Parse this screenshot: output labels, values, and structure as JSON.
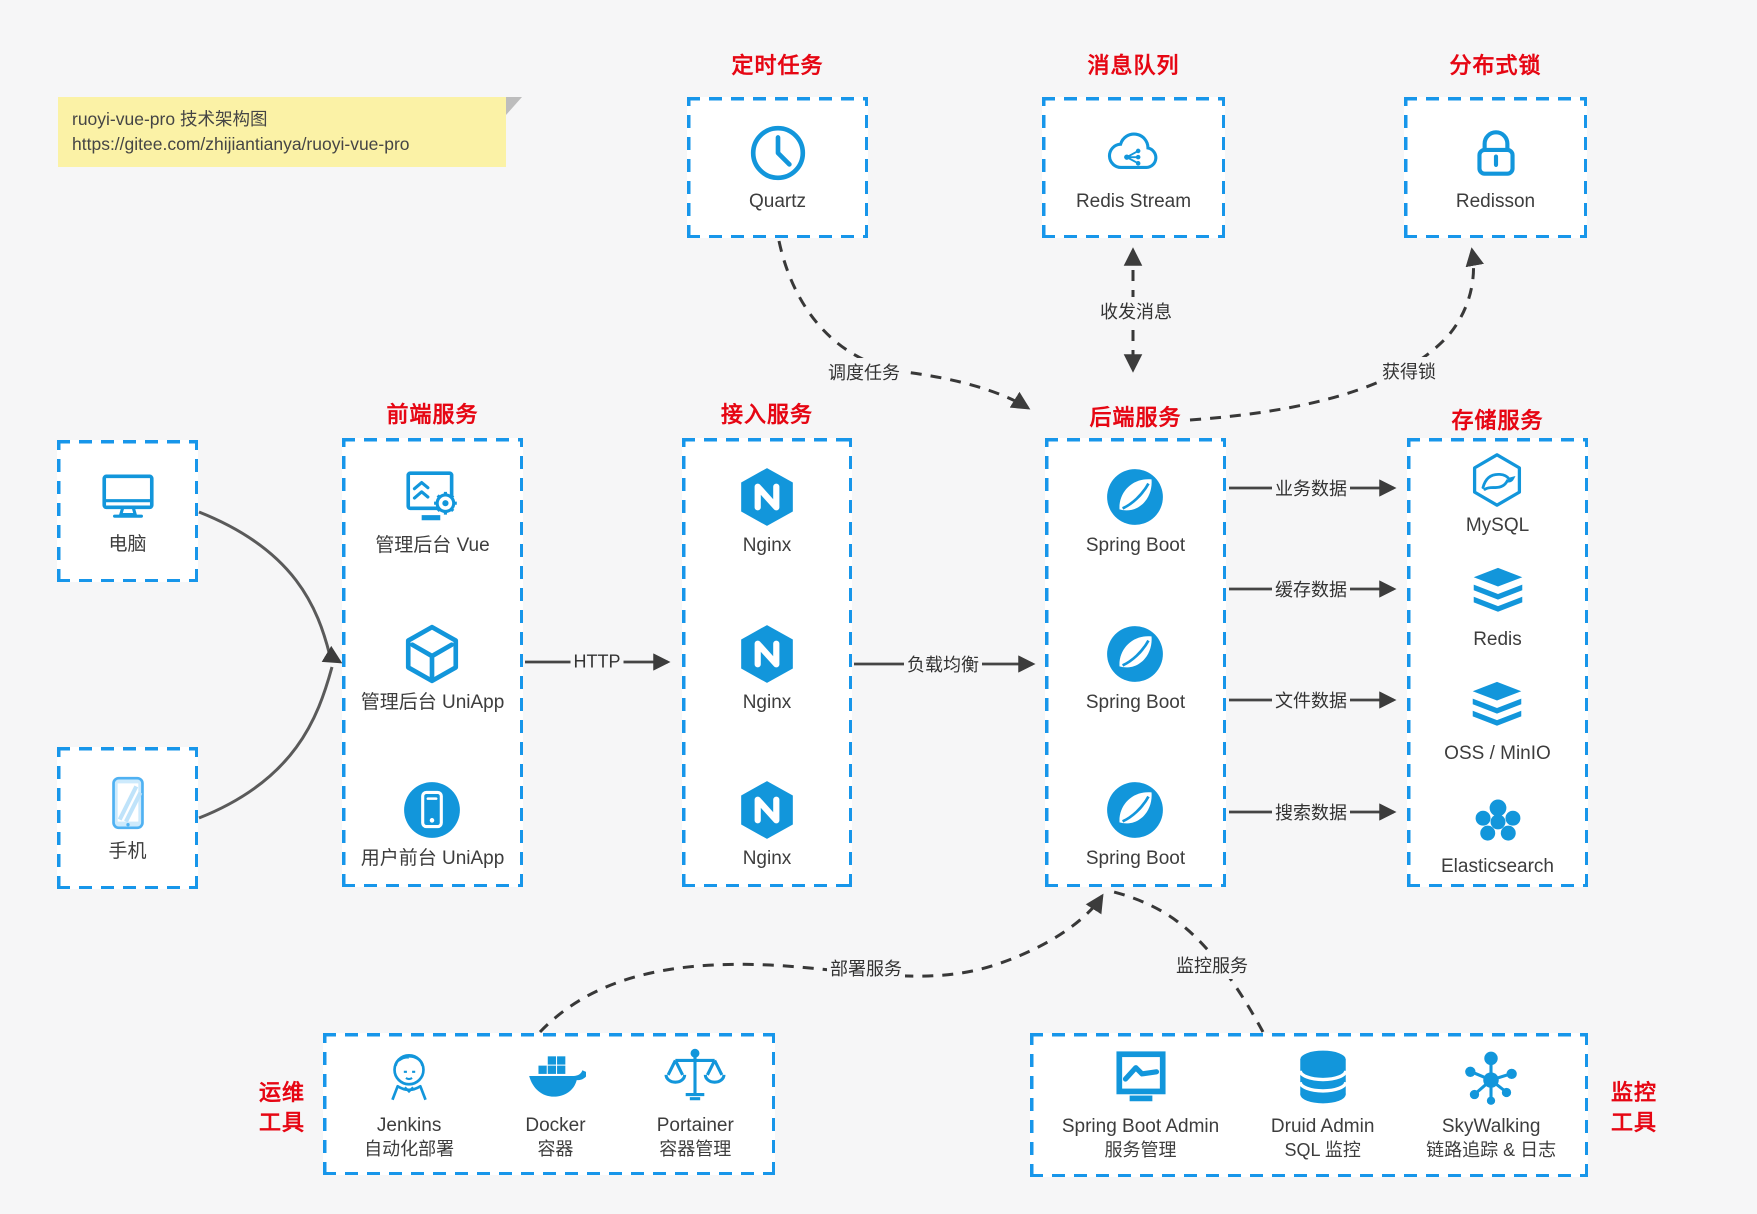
{
  "note": {
    "line1": "ruoyi-vue-pro 技术架构图",
    "line2": "https://gitee.com/zhijiantianya/ruoyi-vue-pro"
  },
  "colors": {
    "accent_blue": "#1296db",
    "border_blue": "#1796ea",
    "title_red": "#e60613",
    "arrow_dark": "#454545",
    "note_yellow": "#fbf2a6",
    "page_bg": "#f6f6f7"
  },
  "groups": {
    "scheduled_job": {
      "title": "定时任务",
      "items": [
        {
          "label": "Quartz",
          "icon": "clock-icon"
        }
      ]
    },
    "message_queue": {
      "title": "消息队列",
      "items": [
        {
          "label": "Redis Stream",
          "icon": "cloud-share-icon"
        }
      ]
    },
    "distributed_lock": {
      "title": "分布式锁",
      "items": [
        {
          "label": "Redisson",
          "icon": "lock-icon"
        }
      ]
    },
    "clients": {
      "items": [
        {
          "label": "电脑",
          "icon": "desktop-icon"
        },
        {
          "label": "手机",
          "icon": "phone-icon"
        }
      ]
    },
    "frontend": {
      "title": "前端服务",
      "items": [
        {
          "label": "管理后台 Vue",
          "icon": "admin-monitor-gear-icon"
        },
        {
          "label": "管理后台 UniApp",
          "icon": "cube-icon"
        },
        {
          "label": "用户前台 UniApp",
          "icon": "mobile-app-circle-icon"
        }
      ]
    },
    "gateway": {
      "title": "接入服务",
      "items": [
        {
          "label": "Nginx",
          "icon": "nginx-hexagon-icon"
        },
        {
          "label": "Nginx",
          "icon": "nginx-hexagon-icon"
        },
        {
          "label": "Nginx",
          "icon": "nginx-hexagon-icon"
        }
      ]
    },
    "backend": {
      "title": "后端服务",
      "items": [
        {
          "label": "Spring Boot",
          "icon": "spring-leaf-icon"
        },
        {
          "label": "Spring Boot",
          "icon": "spring-leaf-icon"
        },
        {
          "label": "Spring Boot",
          "icon": "spring-leaf-icon"
        }
      ]
    },
    "storage": {
      "title": "存储服务",
      "items": [
        {
          "label": "MySQL",
          "icon": "mysql-dolphin-hexagon-icon"
        },
        {
          "label": "Redis",
          "icon": "layer-stack-icon"
        },
        {
          "label": "OSS / MinIO",
          "icon": "layer-stack-icon"
        },
        {
          "label": "Elasticsearch",
          "icon": "cluster-blob-icon"
        }
      ]
    },
    "devops_tools": {
      "title_line1": "运维",
      "title_line2": "工具",
      "items": [
        {
          "label": "Jenkins",
          "sublabel": "自动化部署",
          "icon": "jenkins-bust-icon"
        },
        {
          "label": "Docker",
          "sublabel": "容器",
          "icon": "docker-whale-icon"
        },
        {
          "label": "Portainer",
          "sublabel": "容器管理",
          "icon": "scales-icon"
        }
      ]
    },
    "monitor_tools": {
      "title_line1": "监控",
      "title_line2": "工具",
      "items": [
        {
          "label": "Spring Boot Admin",
          "sublabel": "服务管理",
          "icon": "monitor-chart-icon"
        },
        {
          "label": "Druid Admin",
          "sublabel": "SQL 监控",
          "icon": "database-cylinder-icon"
        },
        {
          "label": "SkyWalking",
          "sublabel": "链路追踪 & 日志",
          "icon": "topology-nodes-icon"
        }
      ]
    }
  },
  "edges": {
    "http": {
      "label": "HTTP"
    },
    "load_balance": {
      "label": "负载均衡"
    },
    "schedule": {
      "label": "调度任务"
    },
    "messages": {
      "label": "收发消息"
    },
    "acquire_lock": {
      "label": "获得锁"
    },
    "business_data": {
      "label": "业务数据"
    },
    "cache_data": {
      "label": "缓存数据"
    },
    "file_data": {
      "label": "文件数据"
    },
    "search_data": {
      "label": "搜索数据"
    },
    "deploy": {
      "label": "部署服务"
    },
    "monitor": {
      "label": "监控服务"
    }
  }
}
